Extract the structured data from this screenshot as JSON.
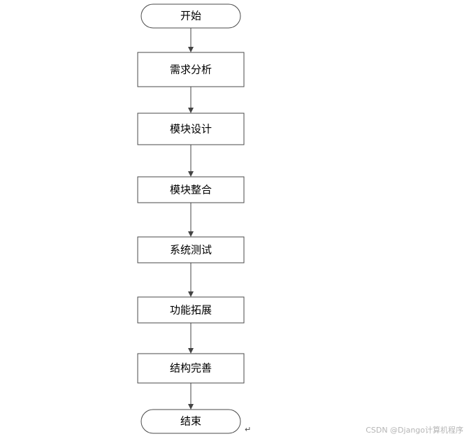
{
  "flowchart": {
    "start": "开始",
    "steps": [
      "需求分析",
      "模块设计",
      "模块整合",
      "系统测试",
      "功能拓展",
      "结构完善"
    ],
    "end": "结束"
  },
  "watermark": "CSDN @Django计算机程序",
  "return_mark": "↵"
}
